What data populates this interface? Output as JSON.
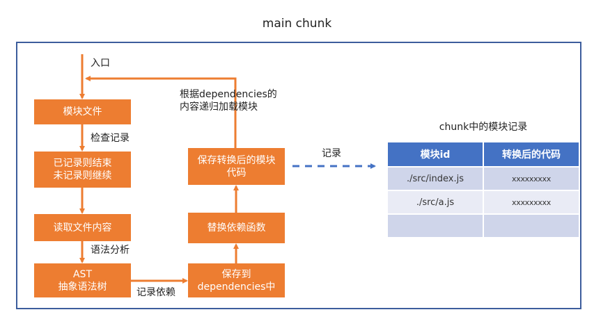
{
  "title": "main chunk",
  "colors": {
    "box_fill": "#ed7d31",
    "arrow": "#ed7d31",
    "frame_border": "#3c5d9c",
    "dashed_arrow": "#4472c4",
    "table_header": "#4472c4",
    "table_row_dark": "#cfd5ea",
    "table_row_light": "#e9ebf5"
  },
  "flow": {
    "entry_label": "入口",
    "boxes": {
      "module_file": "模块文件",
      "record_check_line1": "已记录则结束",
      "record_check_line2": "未记录则继续",
      "read_content": "读取文件内容",
      "ast_line1": "AST",
      "ast_line2": "抽象语法树",
      "save_deps_line1": "保存到",
      "save_deps_line2": "dependencies中",
      "replace_deps": "替换依赖函数",
      "save_code": "保存转换后的模块代码"
    },
    "edge_labels": {
      "check_record": "检查记录",
      "parse": "语法分析",
      "record_deps": "记录依赖",
      "recursive_line1": "根据dependencies的",
      "recursive_line2": "内容递归加载模块",
      "record": "记录"
    }
  },
  "table": {
    "title": "chunk中的模块记录",
    "headers": [
      "模块id",
      "转换后的代码"
    ],
    "rows": [
      [
        "./src/index.js",
        "xxxxxxxxx"
      ],
      [
        "./src/a.js",
        "xxxxxxxxx"
      ],
      [
        "",
        ""
      ]
    ]
  }
}
